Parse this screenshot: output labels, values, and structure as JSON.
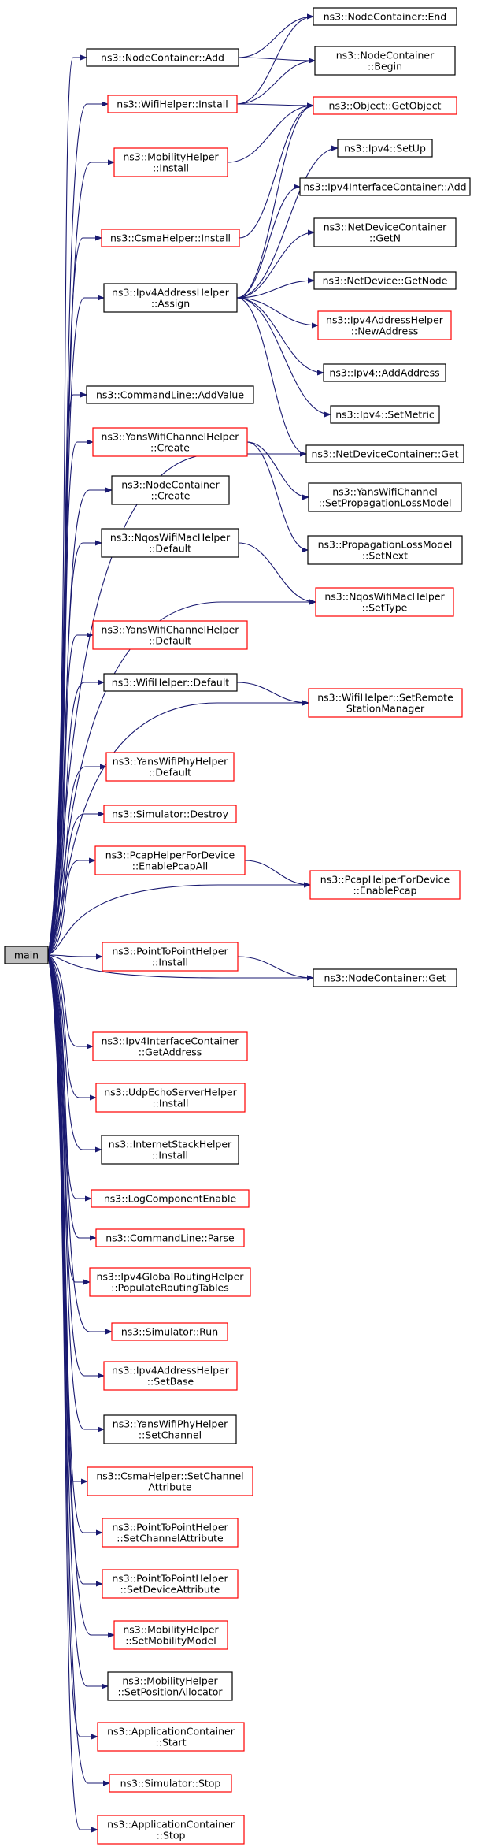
{
  "colors": {
    "edge": "#191970",
    "border_default": "#000000",
    "border_incomplete": "#ff0000",
    "root_fill": "#bfbfbf"
  },
  "root": {
    "id": "main",
    "lines": [
      "main"
    ]
  },
  "nodes": [
    {
      "id": "nc_add",
      "lines": [
        "ns3::NodeContainer::Add"
      ],
      "style": "black"
    },
    {
      "id": "wifi_install",
      "lines": [
        "ns3::WifiHelper::Install"
      ],
      "style": "red"
    },
    {
      "id": "mob_install",
      "lines": [
        "ns3::MobilityHelper",
        "::Install"
      ],
      "style": "red"
    },
    {
      "id": "csma_install",
      "lines": [
        "ns3::CsmaHelper::Install"
      ],
      "style": "red"
    },
    {
      "id": "ipv4ah_assign",
      "lines": [
        "ns3::Ipv4AddressHelper",
        "::Assign"
      ],
      "style": "black"
    },
    {
      "id": "cl_addvalue",
      "lines": [
        "ns3::CommandLine::AddValue"
      ],
      "style": "black"
    },
    {
      "id": "ywch_create",
      "lines": [
        "ns3::YansWifiChannelHelper",
        "::Create"
      ],
      "style": "red"
    },
    {
      "id": "nc_create",
      "lines": [
        "ns3::NodeContainer",
        "::Create"
      ],
      "style": "black"
    },
    {
      "id": "nqos_default",
      "lines": [
        "ns3::NqosWifiMacHelper",
        "::Default"
      ],
      "style": "black"
    },
    {
      "id": "ywch_default",
      "lines": [
        "ns3::YansWifiChannelHelper",
        "::Default"
      ],
      "style": "red"
    },
    {
      "id": "wifi_default",
      "lines": [
        "ns3::WifiHelper::Default"
      ],
      "style": "black"
    },
    {
      "id": "ywph_default",
      "lines": [
        "ns3::YansWifiPhyHelper",
        "::Default"
      ],
      "style": "red"
    },
    {
      "id": "sim_destroy",
      "lines": [
        "ns3::Simulator::Destroy"
      ],
      "style": "red"
    },
    {
      "id": "pcap_all",
      "lines": [
        "ns3::PcapHelperForDevice",
        "::EnablePcapAll"
      ],
      "style": "red"
    },
    {
      "id": "p2p_install",
      "lines": [
        "ns3::PointToPointHelper",
        "::Install"
      ],
      "style": "red"
    },
    {
      "id": "iic_getaddress",
      "lines": [
        "ns3::Ipv4InterfaceContainer",
        "::GetAddress"
      ],
      "style": "red"
    },
    {
      "id": "udp_install",
      "lines": [
        "ns3::UdpEchoServerHelper",
        "::Install"
      ],
      "style": "red"
    },
    {
      "id": "ish_install",
      "lines": [
        "ns3::InternetStackHelper",
        "::Install"
      ],
      "style": "black"
    },
    {
      "id": "log_enable",
      "lines": [
        "ns3::LogComponentEnable"
      ],
      "style": "red"
    },
    {
      "id": "cl_parse",
      "lines": [
        "ns3::CommandLine::Parse"
      ],
      "style": "red"
    },
    {
      "id": "grh_populate",
      "lines": [
        "ns3::Ipv4GlobalRoutingHelper",
        "::PopulateRoutingTables"
      ],
      "style": "red"
    },
    {
      "id": "sim_run",
      "lines": [
        "ns3::Simulator::Run"
      ],
      "style": "red"
    },
    {
      "id": "ipv4ah_setbase",
      "lines": [
        "ns3::Ipv4AddressHelper",
        "::SetBase"
      ],
      "style": "red"
    },
    {
      "id": "ywph_setchannel",
      "lines": [
        "ns3::YansWifiPhyHelper",
        "::SetChannel"
      ],
      "style": "black"
    },
    {
      "id": "csma_setchattr",
      "lines": [
        "ns3::CsmaHelper::SetChannel",
        "Attribute"
      ],
      "style": "red"
    },
    {
      "id": "p2p_setchattr",
      "lines": [
        "ns3::PointToPointHelper",
        "::SetChannelAttribute"
      ],
      "style": "red"
    },
    {
      "id": "p2p_setdevattr",
      "lines": [
        "ns3::PointToPointHelper",
        "::SetDeviceAttribute"
      ],
      "style": "red"
    },
    {
      "id": "mob_setmodel",
      "lines": [
        "ns3::MobilityHelper",
        "::SetMobilityModel"
      ],
      "style": "red"
    },
    {
      "id": "mob_setpos",
      "lines": [
        "ns3::MobilityHelper",
        "::SetPositionAllocator"
      ],
      "style": "black"
    },
    {
      "id": "app_start",
      "lines": [
        "ns3::ApplicationContainer",
        "::Start"
      ],
      "style": "red"
    },
    {
      "id": "sim_stop",
      "lines": [
        "ns3::Simulator::Stop"
      ],
      "style": "red"
    },
    {
      "id": "app_stop",
      "lines": [
        "ns3::ApplicationContainer",
        "::Stop"
      ],
      "style": "red"
    },
    {
      "id": "nc_end",
      "lines": [
        "ns3::NodeContainer::End"
      ],
      "style": "black"
    },
    {
      "id": "nc_begin",
      "lines": [
        "ns3::NodeContainer",
        "::Begin"
      ],
      "style": "black"
    },
    {
      "id": "obj_getobject",
      "lines": [
        "ns3::Object::GetObject"
      ],
      "style": "red"
    },
    {
      "id": "ipv4_setup",
      "lines": [
        "ns3::Ipv4::SetUp"
      ],
      "style": "black"
    },
    {
      "id": "iic_add",
      "lines": [
        "ns3::Ipv4InterfaceContainer::Add"
      ],
      "style": "black"
    },
    {
      "id": "ndc_getn",
      "lines": [
        "ns3::NetDeviceContainer",
        "::GetN"
      ],
      "style": "black"
    },
    {
      "id": "nd_getnode",
      "lines": [
        "ns3::NetDevice::GetNode"
      ],
      "style": "black"
    },
    {
      "id": "ipv4ah_newaddr",
      "lines": [
        "ns3::Ipv4AddressHelper",
        "::NewAddress"
      ],
      "style": "red"
    },
    {
      "id": "ipv4_addaddr",
      "lines": [
        "ns3::Ipv4::AddAddress"
      ],
      "style": "black"
    },
    {
      "id": "ipv4_setmetric",
      "lines": [
        "ns3::Ipv4::SetMetric"
      ],
      "style": "black"
    },
    {
      "id": "ndc_get",
      "lines": [
        "ns3::NetDeviceContainer::Get"
      ],
      "style": "black"
    },
    {
      "id": "ywc_setprop",
      "lines": [
        "ns3::YansWifiChannel",
        "::SetPropagationLossModel"
      ],
      "style": "black"
    },
    {
      "id": "plm_setnext",
      "lines": [
        "ns3::PropagationLossModel",
        "::SetNext"
      ],
      "style": "black"
    },
    {
      "id": "nqos_settype",
      "lines": [
        "ns3::NqosWifiMacHelper",
        "::SetType"
      ],
      "style": "red"
    },
    {
      "id": "wifi_setremote",
      "lines": [
        "ns3::WifiHelper::SetRemote",
        "StationManager"
      ],
      "style": "red"
    },
    {
      "id": "pcap_enable",
      "lines": [
        "ns3::PcapHelperForDevice",
        "::EnablePcap"
      ],
      "style": "red"
    },
    {
      "id": "nc_get",
      "lines": [
        "ns3::NodeContainer::Get"
      ],
      "style": "black"
    }
  ],
  "edges": [
    [
      "main",
      "nc_add"
    ],
    [
      "main",
      "wifi_install"
    ],
    [
      "main",
      "mob_install"
    ],
    [
      "main",
      "csma_install"
    ],
    [
      "main",
      "ipv4ah_assign"
    ],
    [
      "main",
      "ndc_get"
    ],
    [
      "main",
      "cl_addvalue"
    ],
    [
      "main",
      "ywch_create"
    ],
    [
      "main",
      "nc_create"
    ],
    [
      "main",
      "nqos_default"
    ],
    [
      "main",
      "nqos_settype"
    ],
    [
      "main",
      "ywch_default"
    ],
    [
      "main",
      "wifi_default"
    ],
    [
      "main",
      "wifi_setremote"
    ],
    [
      "main",
      "ywph_default"
    ],
    [
      "main",
      "sim_destroy"
    ],
    [
      "main",
      "pcap_all"
    ],
    [
      "main",
      "pcap_enable"
    ],
    [
      "main",
      "p2p_install"
    ],
    [
      "main",
      "nc_get"
    ],
    [
      "main",
      "iic_getaddress"
    ],
    [
      "main",
      "udp_install"
    ],
    [
      "main",
      "ish_install"
    ],
    [
      "main",
      "log_enable"
    ],
    [
      "main",
      "cl_parse"
    ],
    [
      "main",
      "grh_populate"
    ],
    [
      "main",
      "sim_run"
    ],
    [
      "main",
      "ipv4ah_setbase"
    ],
    [
      "main",
      "ywph_setchannel"
    ],
    [
      "main",
      "csma_setchattr"
    ],
    [
      "main",
      "p2p_setchattr"
    ],
    [
      "main",
      "p2p_setdevattr"
    ],
    [
      "main",
      "mob_setmodel"
    ],
    [
      "main",
      "mob_setpos"
    ],
    [
      "main",
      "app_start"
    ],
    [
      "main",
      "sim_stop"
    ],
    [
      "main",
      "app_stop"
    ],
    [
      "nc_add",
      "nc_end"
    ],
    [
      "nc_add",
      "nc_begin"
    ],
    [
      "wifi_install",
      "nc_end"
    ],
    [
      "wifi_install",
      "nc_begin"
    ],
    [
      "wifi_install",
      "obj_getobject"
    ],
    [
      "mob_install",
      "obj_getobject"
    ],
    [
      "csma_install",
      "obj_getobject"
    ],
    [
      "ipv4ah_assign",
      "obj_getobject"
    ],
    [
      "ipv4ah_assign",
      "ipv4_setup"
    ],
    [
      "ipv4ah_assign",
      "iic_add"
    ],
    [
      "ipv4ah_assign",
      "ndc_getn"
    ],
    [
      "ipv4ah_assign",
      "nd_getnode"
    ],
    [
      "ipv4ah_assign",
      "ipv4ah_newaddr"
    ],
    [
      "ipv4ah_assign",
      "ipv4_addaddr"
    ],
    [
      "ipv4ah_assign",
      "ipv4_setmetric"
    ],
    [
      "ipv4ah_assign",
      "ndc_get"
    ],
    [
      "ywch_create",
      "ywc_setprop"
    ],
    [
      "ywch_create",
      "plm_setnext"
    ],
    [
      "nqos_default",
      "nqos_settype"
    ],
    [
      "wifi_default",
      "wifi_setremote"
    ],
    [
      "pcap_all",
      "pcap_enable"
    ],
    [
      "p2p_install",
      "nc_get"
    ]
  ]
}
